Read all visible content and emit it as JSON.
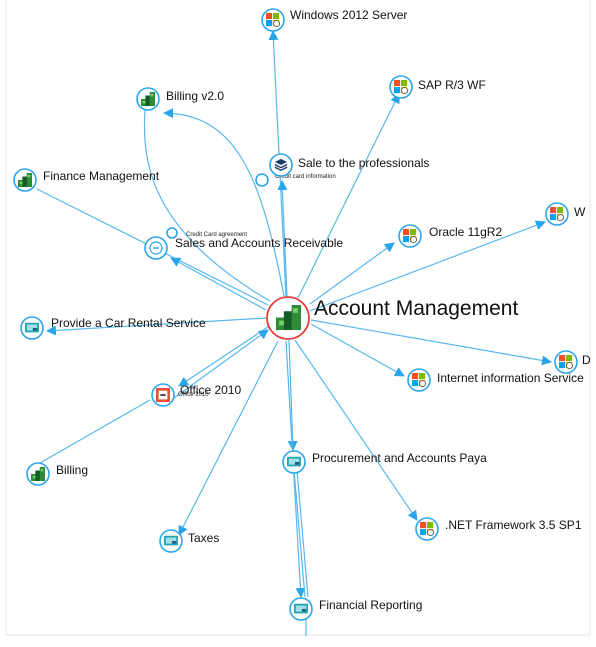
{
  "center": {
    "label": "Account Management",
    "icon": "business-process-icon"
  },
  "nodes": [
    {
      "id": "windows2012",
      "label": "Windows 2012 Server",
      "icon": "ms-server-icon"
    },
    {
      "id": "sapr3",
      "label": "SAP R/3 WF",
      "icon": "ms-server-icon"
    },
    {
      "id": "billingv2",
      "label": "Billing v2.0",
      "icon": "business-process-icon"
    },
    {
      "id": "professionals",
      "label": "Sale to the professionals",
      "icon": "stack-icon"
    },
    {
      "id": "financemgmt",
      "label": "Finance Management",
      "icon": "business-process-icon"
    },
    {
      "id": "oracle",
      "label": "Oracle 11gR2",
      "icon": "ms-server-icon"
    },
    {
      "id": "w_right",
      "label": "W",
      "icon": "ms-server-icon"
    },
    {
      "id": "salesar",
      "label": "Sales and Accounts Receivable",
      "icon": "minus-circle-icon"
    },
    {
      "id": "carrental",
      "label": "Provide a Car Rental Service",
      "icon": "screen-icon"
    },
    {
      "id": "d_right",
      "label": "D",
      "icon": "ms-server-icon"
    },
    {
      "id": "iis",
      "label": "Internet information Service",
      "icon": "ms-server-icon"
    },
    {
      "id": "office",
      "label": "Office 2010",
      "icon": "office-app-icon"
    },
    {
      "id": "billing",
      "label": "Billing",
      "icon": "business-process-icon"
    },
    {
      "id": "procurement",
      "label": "Procurement and Accounts Paya",
      "icon": "screen-icon"
    },
    {
      "id": "netfw",
      "label": ".NET Framework 3.5 SP1",
      "icon": "ms-server-icon"
    },
    {
      "id": "taxes",
      "label": "Taxes",
      "icon": "screen-icon"
    },
    {
      "id": "finreport",
      "label": "Financial Reporting",
      "icon": "screen-icon"
    }
  ],
  "edge_labels": {
    "credit_card_information": "Credit card information",
    "credit_card_agreement": "Credit Card agreement",
    "office_edge": "Office 2010"
  },
  "colors": {
    "edge": "#58b7ee",
    "ring": "#2aa5ea",
    "center_ring": "#e0403a",
    "process_green": "#2e8b3a",
    "process_dark": "#135c26",
    "screen_teal": "#1fa5b3"
  }
}
